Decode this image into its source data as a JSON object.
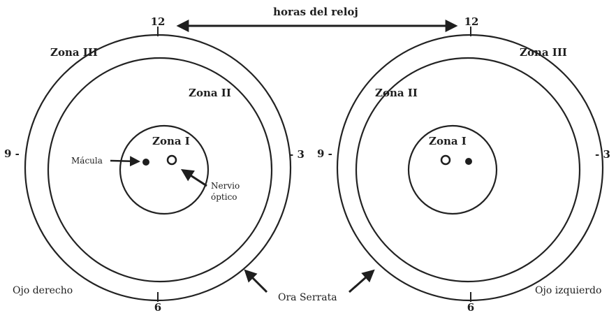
{
  "header": {
    "clock_hours": "horas del reloj"
  },
  "right_eye": {
    "label": "Ojo derecho",
    "zone_1": "Zona I",
    "zone_2": "Zona II",
    "zone_3": "Zona III",
    "hour_12": "12",
    "hour_3": "- 3",
    "hour_6": "6",
    "hour_9": "9 -",
    "macula": "Mácula",
    "optic_nerve_line1": "Nervio",
    "optic_nerve_line2": "óptico"
  },
  "left_eye": {
    "label": "Ojo izquierdo",
    "zone_1": "Zona I",
    "zone_2": "Zona II",
    "zone_3": "Zona III",
    "hour_12": "12",
    "hour_3": "- 3",
    "hour_6": "6",
    "hour_9": "9 -"
  },
  "shared": {
    "ora_serrata": "Ora Serrata"
  }
}
